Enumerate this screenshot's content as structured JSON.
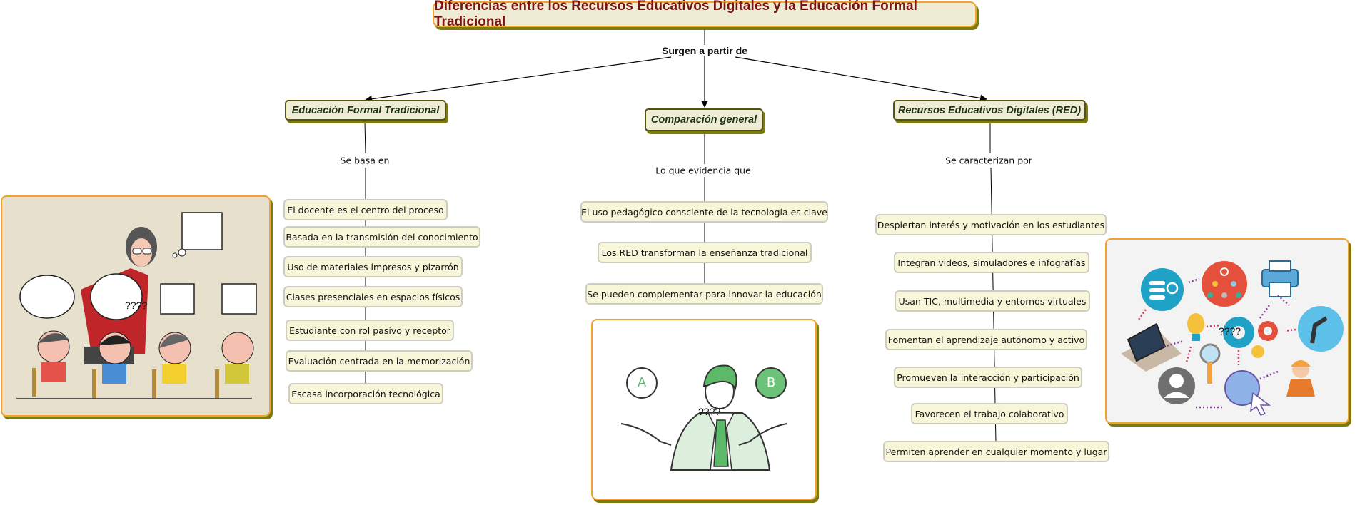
{
  "title": "Diferencias entre los Recursos Educativos Digitales y la Educación Formal Tradicional",
  "root_link_label": "Surgen a partir de",
  "branches": [
    {
      "label": "Educación Formal Tradicional",
      "link_label": "Se basa en",
      "items": [
        "El docente es el centro del proceso",
        "Basada en la transmisión del conocimiento",
        "Uso de materiales impresos y pizarrón",
        "Clases presenciales en espacios físicos",
        "Estudiante con rol pasivo y receptor",
        "Evaluación centrada en la memorización",
        "Escasa incorporación tecnológica"
      ]
    },
    {
      "label": "Comparación general",
      "link_label": "Lo que evidencia que",
      "items": [
        "El uso pedagógico consciente de la tecnología es clave",
        "Los RED transforman la enseñanza tradicional",
        "Se pueden complementar para innovar la educación"
      ]
    },
    {
      "label": "Recursos Educativos Digitales (RED)",
      "link_label": "Se caracterizan por",
      "items": [
        "Despiertan interés y motivación en los estudiantes",
        "Integran videos, simuladores e infografías",
        "Usan TIC, multimedia y entornos virtuales",
        "Fomentan el aprendizaje autónomo y activo",
        "Promueven la interacción y participación",
        "Favorecen el trabajo colaborativo",
        "Permiten aprender en cualquier momento y lugar"
      ]
    }
  ],
  "images": {
    "classroom": {
      "overlay_text": "????"
    },
    "choice": {
      "overlay_text": "????",
      "option_a": "A",
      "option_b": "B"
    },
    "digital": {
      "overlay_text": "????"
    }
  },
  "colors": {
    "title_text": "#7a1212",
    "title_border": "#f0a32e",
    "box_fill": "#efecd6",
    "item_fill": "#f8f6d8",
    "shadow": "#7d7a10",
    "category_text": "#1c3014"
  }
}
